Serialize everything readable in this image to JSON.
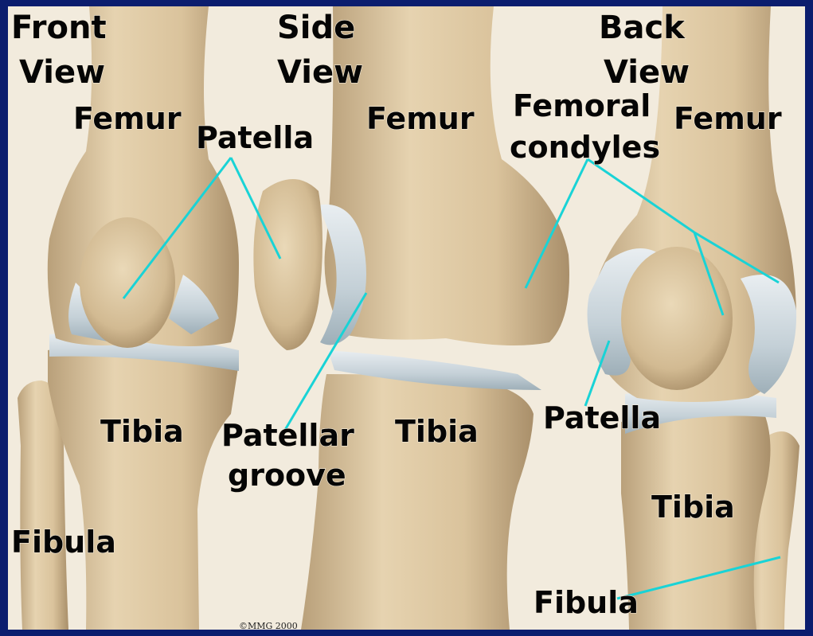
{
  "colors": {
    "background_border": "#0b1d6e",
    "bone": "#dcc7a1",
    "cartilage": "#c9d5db",
    "leader_line": "#19d3d6"
  },
  "views": {
    "front": {
      "title_line1": "Front",
      "title_line2": "View"
    },
    "side": {
      "title_line1": "Side",
      "title_line2": "View"
    },
    "back": {
      "title_line1": "Back",
      "title_line2": "View"
    }
  },
  "labels": {
    "front_femur": "Femur",
    "front_patella": "Patella",
    "front_tibia": "Tibia",
    "front_fibula": "Fibula",
    "side_femur": "Femur",
    "side_femoral_condyles_line1": "Femoral",
    "side_femoral_condyles_line2": "condyles",
    "side_patellar_groove_line1": "Patellar",
    "side_patellar_groove_line2": "groove",
    "side_tibia": "Tibia",
    "back_femur": "Femur",
    "back_patella": "Patella",
    "back_tibia": "Tibia",
    "back_fibula": "Fibula"
  },
  "copyright": "©MMG 2000"
}
